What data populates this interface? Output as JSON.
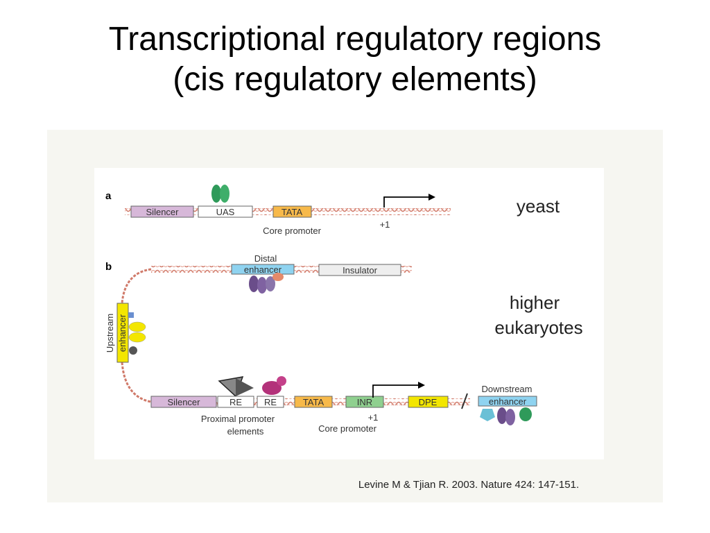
{
  "slide": {
    "title_line1": "Transcriptional regulatory regions",
    "title_line2": "(cis regulatory elements)"
  },
  "panel_a": {
    "letter": "a",
    "silencer": "Silencer",
    "uas": "UAS",
    "tata": "TATA",
    "core_promoter": "Core promoter",
    "plus_one": "+1",
    "organism": "yeast"
  },
  "panel_b": {
    "letter": "b",
    "distal_top": "Distal",
    "distal_enhancer": "enhancer",
    "insulator": "Insulator",
    "upstream": "Upstream",
    "upstream_enhancer": "enhancer",
    "organism_line1": "higher",
    "organism_line2": "eukaryotes",
    "silencer": "Silencer",
    "re1": "RE",
    "re2": "RE",
    "tata": "TATA",
    "inr": "INR",
    "dpe": "DPE",
    "proximal_line1": "Proximal promoter",
    "proximal_line2": "elements",
    "plus_one": "+1",
    "core_promoter": "Core promoter",
    "downstream": "Downstream",
    "downstream_enhancer": "enhancer"
  },
  "citation": "Levine M & Tjian R. 2003. Nature 424: 147-151.",
  "colors": {
    "silencer": "#d7b8d9",
    "uas": "#ffffff",
    "tata": "#f7b94a",
    "enhancer": "#8fd3f0",
    "insulator": "#eeeeee",
    "upstream_enhancer": "#f3e600",
    "inr": "#8fd08f",
    "dpe": "#f3e600",
    "dna": "#d07a6a",
    "activator_green": "#2f9a5a",
    "activator_purple": "#6a4d8a",
    "activator_magenta": "#b3327a"
  }
}
